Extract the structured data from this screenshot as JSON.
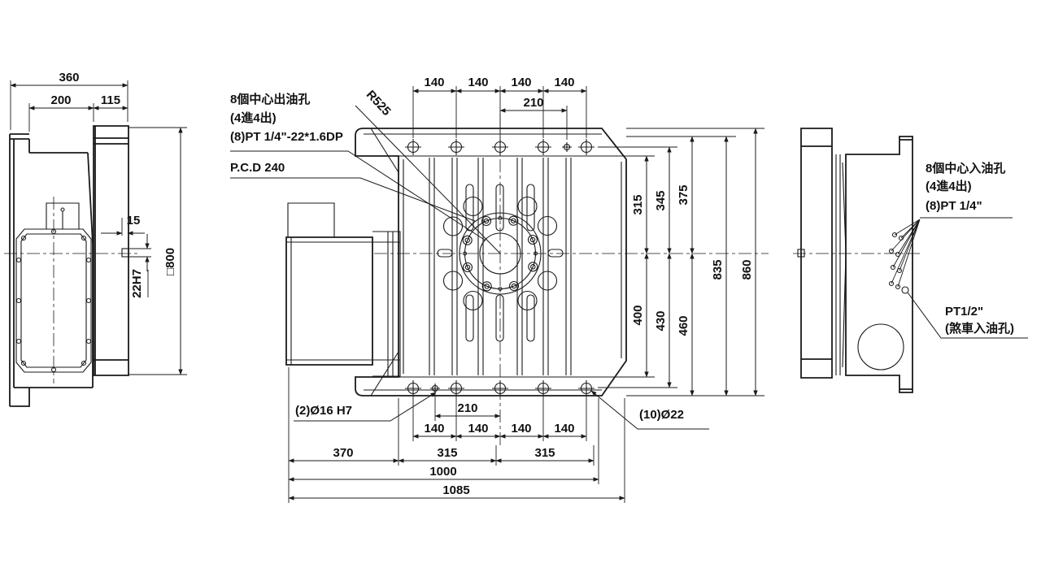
{
  "title": "rotary-table-technical-drawing",
  "colors": {
    "background": "#ffffff",
    "line": "#1a1a1a"
  },
  "left_view": {
    "dim_total_width": "360",
    "dim_width_left": "200",
    "dim_width_right": "115",
    "dim_offset": "15",
    "dim_key": "22H7",
    "dim_height": "□800"
  },
  "front_view": {
    "label_oil_line1": "8個中心出油孔",
    "label_oil_line2": "(4進4出)",
    "label_oil_line3": "(8)PT 1/4\"-22*1.6DP",
    "label_pcd": "P.C.D 240",
    "label_radius": "R525",
    "label_dowel": "(2)Ø16 H7",
    "label_bolt": "(10)Ø22",
    "dim_top_140": [
      "140",
      "140",
      "140",
      "140"
    ],
    "dim_top_210": "210",
    "dim_right": [
      "315",
      "345",
      "375",
      "400",
      "430",
      "460",
      "835",
      "860"
    ],
    "dim_bottom_210": "210",
    "dim_bottom_140": [
      "140",
      "140",
      "140",
      "140"
    ],
    "dim_bottom_chain": [
      "370",
      "315",
      "315"
    ],
    "dim_bottom_1000": "1000",
    "dim_bottom_1085": "1085"
  },
  "right_view": {
    "label_oil_line1": "8個中心入油孔",
    "label_oil_line2": "(4進4出)",
    "label_oil_line3": "(8)PT 1/4\"",
    "label_brake_line1": "PT1/2\"",
    "label_brake_line2": "(煞車入油孔)"
  }
}
